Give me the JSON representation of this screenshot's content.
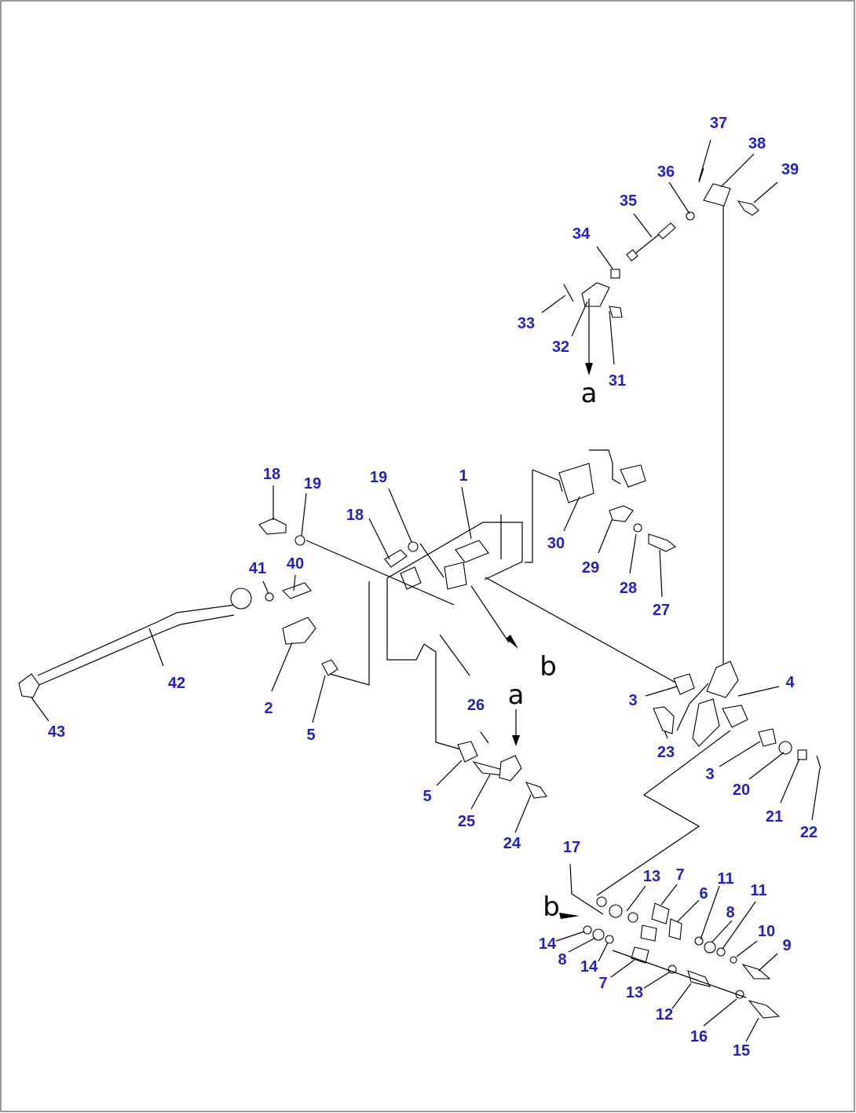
{
  "diagram": {
    "part_numbers": [
      "1",
      "2",
      "3",
      "3",
      "4",
      "5",
      "5",
      "6",
      "7",
      "7",
      "8",
      "8",
      "9",
      "10",
      "11",
      "11",
      "12",
      "13",
      "13",
      "14",
      "14",
      "15",
      "16",
      "17",
      "18",
      "18",
      "19",
      "19",
      "20",
      "21",
      "22",
      "23",
      "24",
      "25",
      "26",
      "27",
      "28",
      "29",
      "30",
      "31",
      "32",
      "33",
      "34",
      "35",
      "36",
      "37",
      "38",
      "39",
      "40",
      "41",
      "42",
      "43"
    ],
    "reference_letters": [
      "a",
      "a",
      "b",
      "b"
    ]
  }
}
